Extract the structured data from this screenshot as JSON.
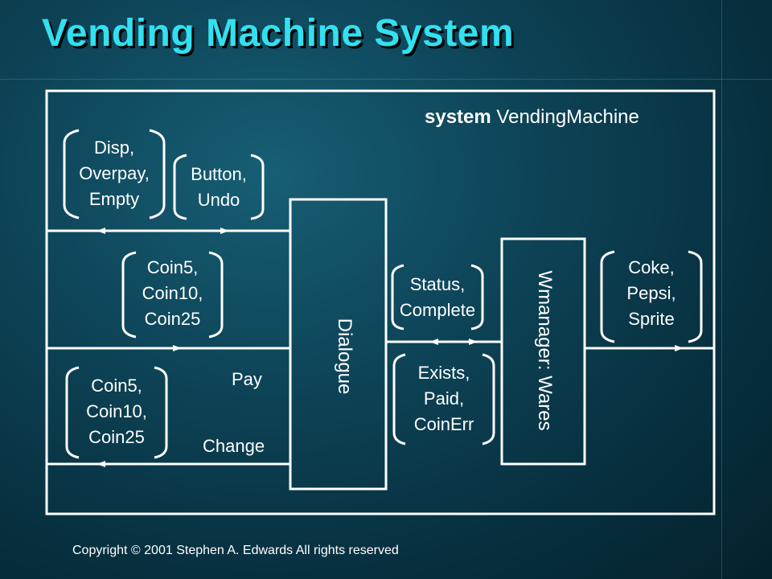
{
  "title": "Vending Machine System",
  "copyright": "Copyright © 2001 Stephen A. Edwards All rights reserved",
  "colors": {
    "title": "#33e0f0",
    "line": "#ffffff",
    "background": "#0e4559"
  },
  "system": {
    "keyword": "system",
    "name": "VendingMachine"
  },
  "blocks": {
    "dialogue": "Dialogue",
    "wmanager": "Wmanager: Wares"
  },
  "signals": {
    "disp_group": [
      "Disp,",
      "Overpay,",
      "Empty"
    ],
    "button_group": [
      "Button,",
      "Undo"
    ],
    "coin_in": [
      "Coin5,",
      "Coin10,",
      "Coin25"
    ],
    "coin_out": [
      "Coin5,",
      "Coin10,",
      "Coin25"
    ],
    "status_group": [
      "Status,",
      "Complete"
    ],
    "exists_group": [
      "Exists,",
      "Paid,",
      "CoinErr"
    ],
    "drinks": [
      "Coke,",
      "Pepsi,",
      "Sprite"
    ]
  },
  "channels": {
    "pay": "Pay",
    "change": "Change"
  }
}
